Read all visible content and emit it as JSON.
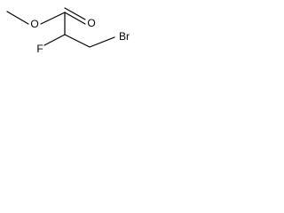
{
  "molecule": {
    "atoms": {
      "O_ether": "O",
      "O_carbonyl": "O",
      "F": "F",
      "Br": "Br"
    }
  }
}
